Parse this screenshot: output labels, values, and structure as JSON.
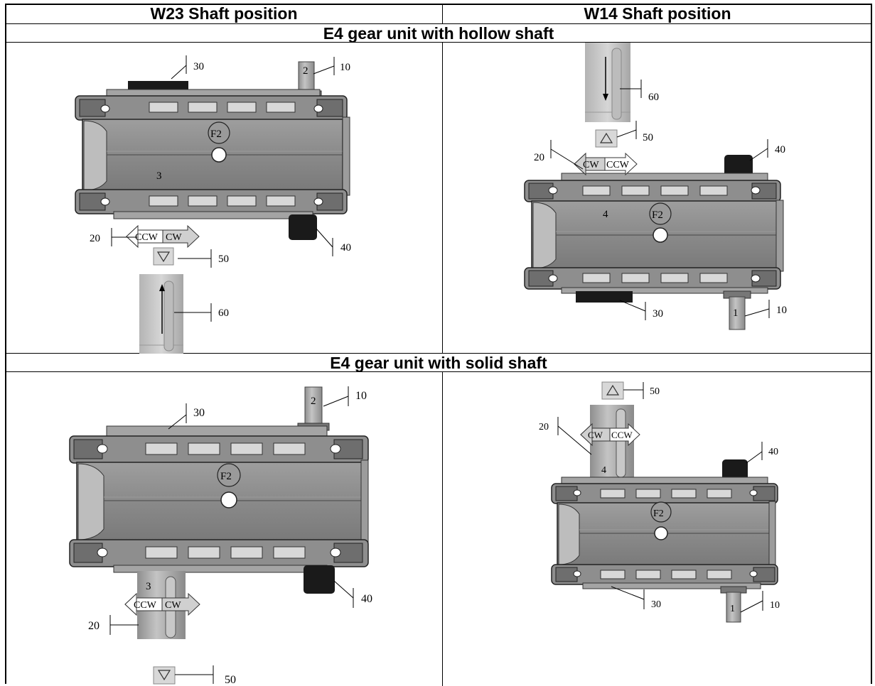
{
  "headers": {
    "col_left": "W23 Shaft position",
    "col_right": "W14 Shaft position",
    "section_hollow": "E4 gear unit with hollow shaft",
    "section_solid": "E4 gear unit with solid shaft"
  },
  "hollow_w23": {
    "shaft_num_top": "2",
    "side_num": "3",
    "f_label": "F2",
    "dir_left": "CCW",
    "dir_right": "CW",
    "callout_10": "10",
    "callout_20": "20",
    "callout_30": "30",
    "callout_40": "40",
    "callout_50": "50",
    "callout_60": "60"
  },
  "hollow_w14": {
    "shaft_num_bottom": "1",
    "side_num": "4",
    "f_label": "F2",
    "dir_left": "CW",
    "dir_right": "CCW",
    "callout_10": "10",
    "callout_20": "20",
    "callout_30": "30",
    "callout_40": "40",
    "callout_50": "50",
    "callout_60": "60"
  },
  "solid_w23": {
    "shaft_num_top": "2",
    "side_num": "3",
    "f_label": "F2",
    "dir_left": "CCW",
    "dir_right": "CW",
    "callout_10": "10",
    "callout_20": "20",
    "callout_30": "30",
    "callout_40": "40",
    "callout_50": "50"
  },
  "solid_w14": {
    "shaft_num_bottom": "1",
    "side_num": "4",
    "f_label": "F2",
    "dir_left": "CW",
    "dir_right": "CCW",
    "callout_10": "10",
    "callout_20": "20",
    "callout_30": "30",
    "callout_40": "40",
    "callout_50": "50"
  },
  "colors": {
    "housing": "#8c8c8c",
    "housing_dark": "#6e6e6e",
    "flange": "#9a9a9a",
    "shaft": "#a8a8a8",
    "black_part": "#1a1a1a",
    "arrow_fill": "#c8c8c8"
  }
}
